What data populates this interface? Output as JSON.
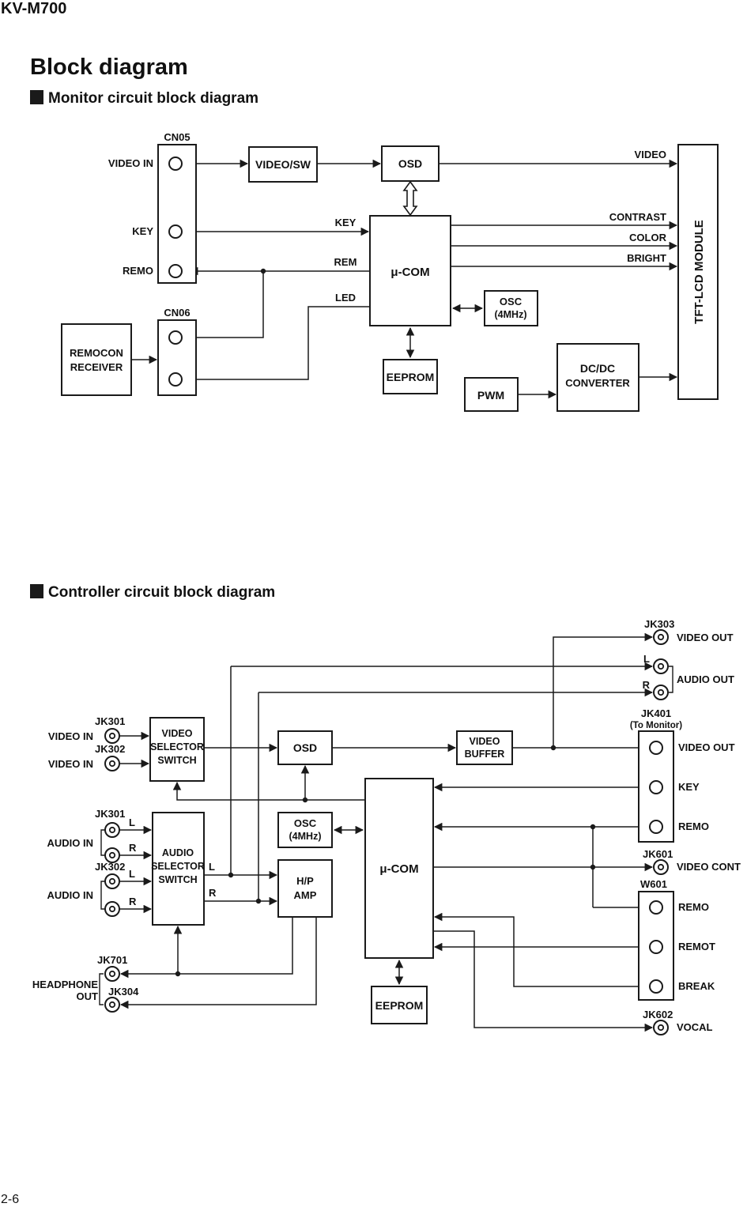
{
  "page": {
    "model": "KV-M700",
    "title": "Block diagram",
    "page_number": "2-6"
  },
  "monitor": {
    "heading": "Monitor circuit block diagram",
    "cn05": "CN05",
    "cn06": "CN06",
    "video_in": "VIDEO IN",
    "key_in": "KEY",
    "remo_in": "REMO",
    "video_sw": "VIDEO/SW",
    "osd": "OSD",
    "ucom": "μ-COM",
    "osc_l1": "OSC",
    "osc_l2": "(4MHz)",
    "eeprom": "EEPROM",
    "pwm": "PWM",
    "dcdc_l1": "DC/DC",
    "dcdc_l2": "CONVERTER",
    "remocon_l1": "REMOCON",
    "remocon_l2": "RECEIVER",
    "tft": "TFT-LCD MODULE",
    "sig_video": "VIDEO",
    "sig_key": "KEY",
    "sig_rem": "REM",
    "sig_led": "LED",
    "sig_contrast": "CONTRAST",
    "sig_color": "COLOR",
    "sig_bright": "BRIGHT"
  },
  "controller": {
    "heading": "Controller circuit block diagram",
    "jk303": "JK303",
    "jk301": "JK301",
    "jk302": "JK302",
    "jk304": "JK304",
    "jk401": "JK401",
    "jk401_note": "(To Monitor)",
    "jk601": "JK601",
    "jk602": "JK602",
    "jk701": "JK701",
    "w601": "W601",
    "video_out": "VIDEO OUT",
    "audio_out": "AUDIO OUT",
    "video_in": "VIDEO IN",
    "audio_in": "AUDIO IN",
    "l": "L",
    "r": "R",
    "headphone_l1": "HEADPHONE",
    "headphone_l2": "OUT",
    "vsel_l1": "VIDEO",
    "vsel_l2": "SELECTOR",
    "vsel_l3": "SWITCH",
    "asel_l1": "AUDIO",
    "asel_l2": "SELECTOR",
    "asel_l3": "SWITCH",
    "osd": "OSD",
    "vbuf_l1": "VIDEO",
    "vbuf_l2": "BUFFER",
    "osc_l1": "OSC",
    "osc_l2": "(4MHz)",
    "hp_l1": "H/P",
    "hp_l2": "AMP",
    "ucom": "μ-COM",
    "eeprom": "EEPROM",
    "key": "KEY",
    "remo": "REMO",
    "video_cont": "VIDEO CONT",
    "remot": "REMOT",
    "break_sig": "BREAK",
    "vocal": "VOCAL"
  }
}
